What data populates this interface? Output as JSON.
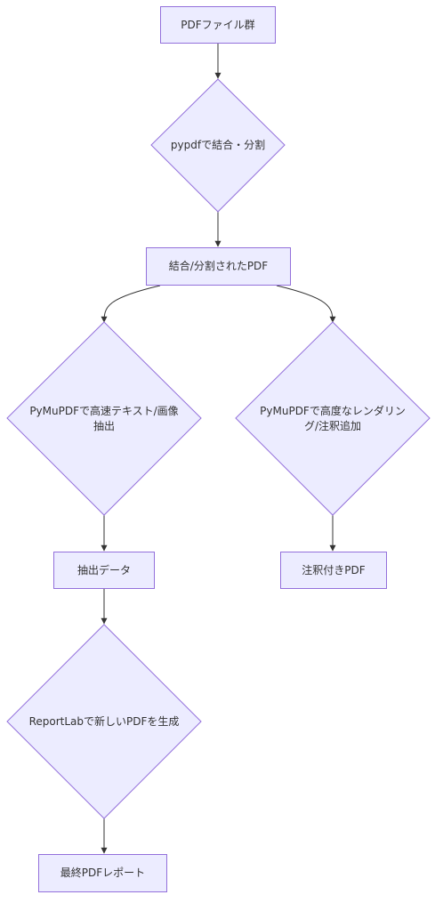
{
  "diagram": {
    "nodes": {
      "pdf_files": "PDFファイル群",
      "pypdf_step": "pypdfで結合・分割",
      "merged_pdf": "結合/分割されたPDF",
      "pymupdf_extract": "PyMuPDFで高速テキスト/画像抽出",
      "pymupdf_render": "PyMuPDFで高度なレンダリング/注釈追加",
      "extracted_data": "抽出データ",
      "annotated_pdf": "注釈付きPDF",
      "reportlab_step": "ReportLabで新しいPDFを生成",
      "final_report": "最終PDFレポート"
    }
  },
  "colors": {
    "node_fill": "#ececff",
    "node_stroke": "#9370db",
    "edge": "#333333",
    "text": "#333333"
  }
}
